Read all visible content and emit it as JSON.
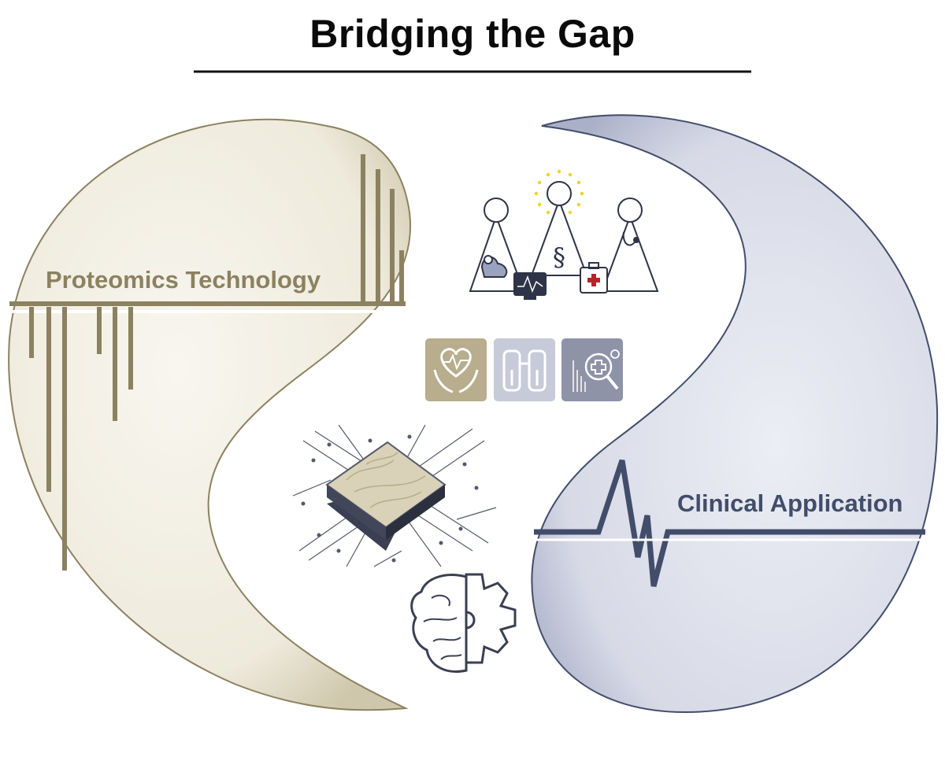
{
  "title": "Bridging the Gap",
  "left_label": "Proteomics Technology",
  "right_label": "Clinical Application",
  "icons": {
    "stakeholders": [
      "patient-figure-icon",
      "regulator-figure-icon",
      "physician-figure-icon",
      "monitor-icon",
      "medical-kit-icon"
    ],
    "tiles": [
      "heart-in-hands-icon",
      "binoculars-icon",
      "diagnostic-search-icon"
    ],
    "center": [
      "microchip-icon",
      "brain-gear-icon"
    ]
  },
  "colors": {
    "proteomics_fill": "#f1ede2",
    "proteomics_accent": "#8c8160",
    "clinical_fill": "#dcdde8",
    "clinical_accent": "#414d6a",
    "tile_beige": "#b8ad8d",
    "tile_light": "#c7cad8",
    "tile_slate": "#8e93a8"
  }
}
